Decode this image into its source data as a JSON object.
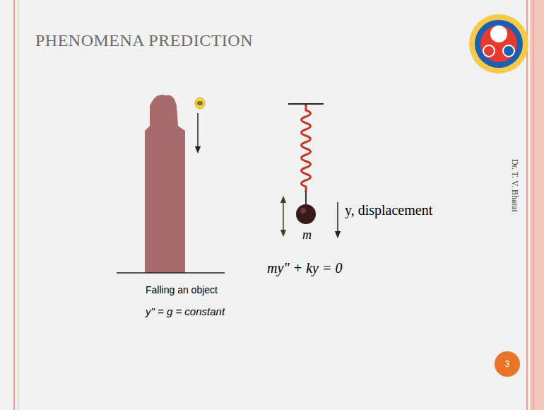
{
  "diagram": {
    "title": "PHENOMENA PREDICTION",
    "nodes": [
      {
        "text": [
          "3"
        ]
      }
    ],
    "labels": [
      "Falling an object",
      "y\" = g = constant",
      "y, displacement",
      "m",
      "my\" + ky = 0",
      "Dr. T. V. Bharat"
    ]
  }
}
